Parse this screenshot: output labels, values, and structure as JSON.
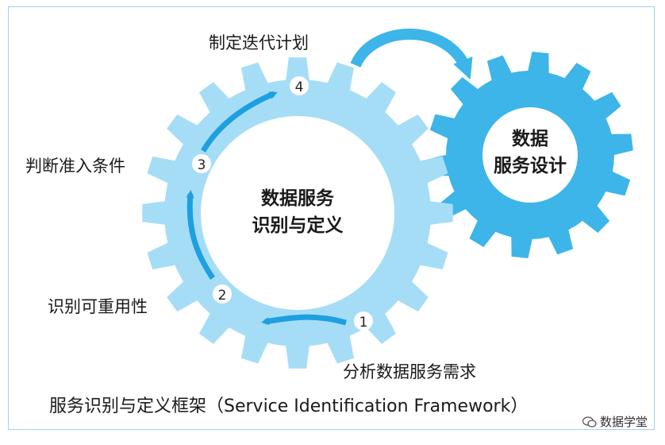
{
  "big_gear": {
    "center_label_line1": "数据服务",
    "center_label_line2": "识别与定义"
  },
  "small_gear": {
    "label_line1": "数据",
    "label_line2": "服务设计"
  },
  "steps": [
    {
      "number": "1",
      "text": "分析数据服务需求"
    },
    {
      "number": "2",
      "text": "识别可重用性"
    },
    {
      "number": "3",
      "text": "判断准入条件"
    },
    {
      "number": "4",
      "text": "制定迭代计划"
    }
  ],
  "caption": "服务识别与定义框架（Service Identification Framework）",
  "watermark": "数据学堂",
  "colors": {
    "big_gear_fill": "#a6ddf6",
    "small_gear_fill": "#3db5e8",
    "arrow": "#1ea0e0",
    "frame_border": "#9fd4ec"
  }
}
